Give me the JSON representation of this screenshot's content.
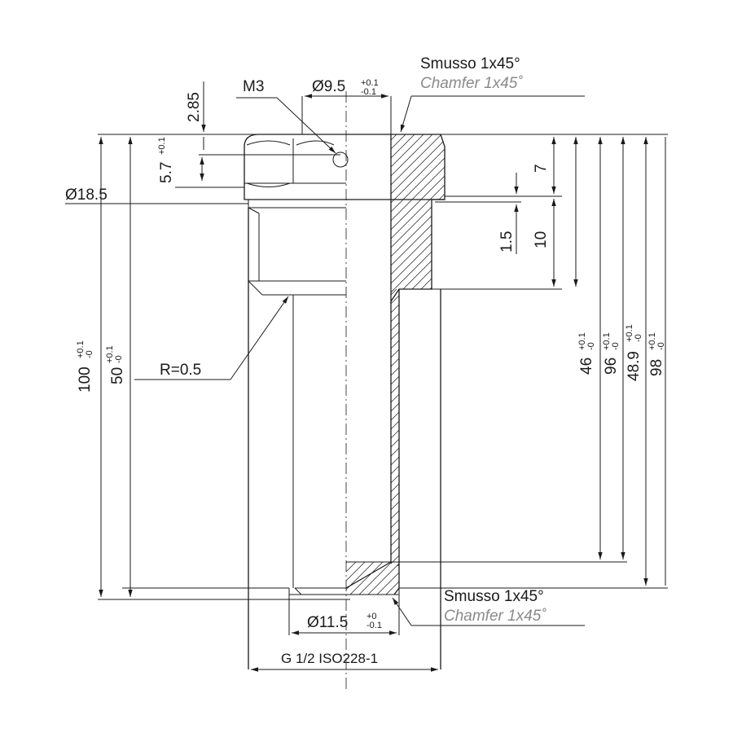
{
  "labels": {
    "chamfer_top_it": "Smusso 1x45°",
    "chamfer_top_en": "Chamfer 1x45˚",
    "chamfer_bottom_it": "Smusso 1x45°",
    "chamfer_bottom_en": "Chamfer 1x45˚",
    "thread_m3": "M3",
    "radius": "R=0.5",
    "thread_g": "G 1/2 ISO228-1"
  },
  "dimensions": {
    "dia_9_5": {
      "value": "Ø9.5",
      "tol_upper": "+0.1",
      "tol_lower": "-0.1"
    },
    "dia_18_5": {
      "value": "Ø18.5"
    },
    "dia_11_5": {
      "value": "Ø11.5",
      "tol_upper": "+0",
      "tol_lower": "-0.1"
    },
    "len_2_85": {
      "value": "2.85"
    },
    "len_5_7": {
      "value": "5.7",
      "tol_upper": "+0.1",
      "tol_lower": ""
    },
    "len_7": {
      "value": "7"
    },
    "len_1_5": {
      "value": "1.5"
    },
    "len_10": {
      "value": "10"
    },
    "len_100": {
      "value": "100",
      "tol_upper": "+0.1",
      "tol_lower": "-0"
    },
    "len_50": {
      "value": "50",
      "tol_upper": "+0.1",
      "tol_lower": "-0"
    },
    "len_46": {
      "value": "46",
      "tol_upper": "+0.1",
      "tol_lower": "-0"
    },
    "len_96": {
      "value": "96",
      "tol_upper": "+0.1",
      "tol_lower": "-0"
    },
    "len_48_9": {
      "value": "48.9",
      "tol_upper": "+0.1",
      "tol_lower": "-0"
    },
    "len_98": {
      "value": "98",
      "tol_upper": "+0.1",
      "tol_lower": "-0"
    }
  }
}
